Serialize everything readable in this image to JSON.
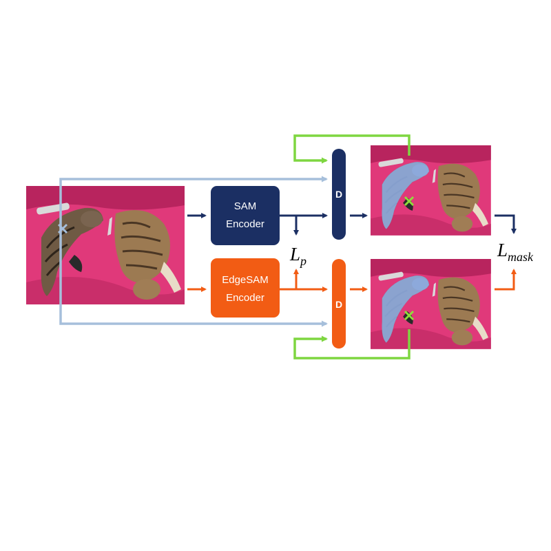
{
  "colors": {
    "sam_blue": "#1b2f63",
    "edgesam_orange": "#f25c14",
    "prompt_light_blue": "#a6bfdb",
    "feedback_green": "#7ed640",
    "mask_blue": "#8da9db",
    "blanket_pink": "#e0397a",
    "point_marker": "#8fdc3c"
  },
  "sam_encoder": {
    "line1": "SAM",
    "line2": "Encoder"
  },
  "edgesam_encoder": {
    "line1": "EdgeSAM",
    "line2": "Encoder"
  },
  "decoder_top": {
    "label": "D"
  },
  "decoder_bottom": {
    "label": "D"
  },
  "loss_prompt": {
    "base": "L",
    "sub": "p"
  },
  "loss_mask": {
    "base": "L",
    "sub": "mask"
  },
  "icons": {
    "input": "cat-photo-icon",
    "output_sam": "masked-cat-photo-icon",
    "output_edgesam": "masked-cat-photo-icon",
    "point": "x-point-marker-icon"
  }
}
